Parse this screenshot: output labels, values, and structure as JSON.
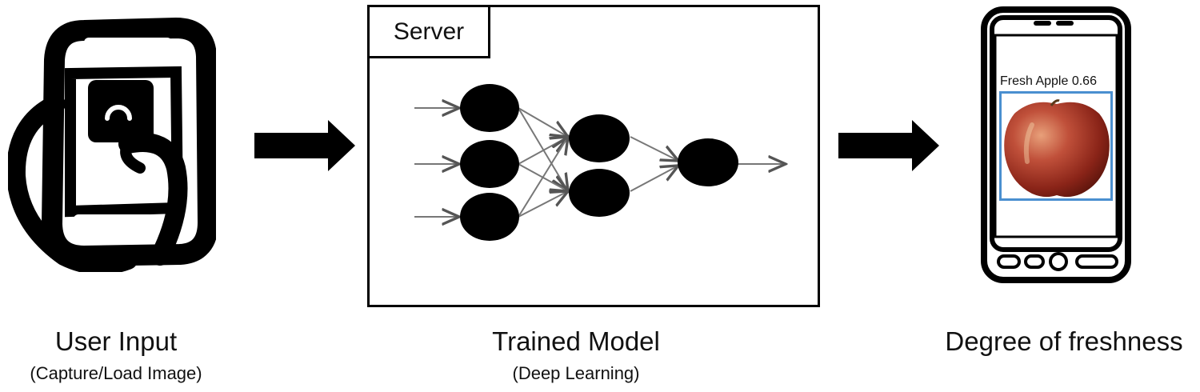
{
  "stages": [
    {
      "title": "User Input",
      "subtitle": "(Capture/Load Image)",
      "icon": "hand-holding-phone-icon"
    },
    {
      "title": "Trained Model",
      "subtitle": "(Deep Learning)",
      "icon": "neural-network-icon",
      "container_label": "Server"
    },
    {
      "title": "Degree of freshness",
      "subtitle": "",
      "icon": "smartphone-icon"
    }
  ],
  "prediction": {
    "label": "Fresh Apple 0.66",
    "box_color": "#4a8fd0"
  },
  "flow_arrows": [
    "arrow-right-icon",
    "arrow-right-icon"
  ]
}
